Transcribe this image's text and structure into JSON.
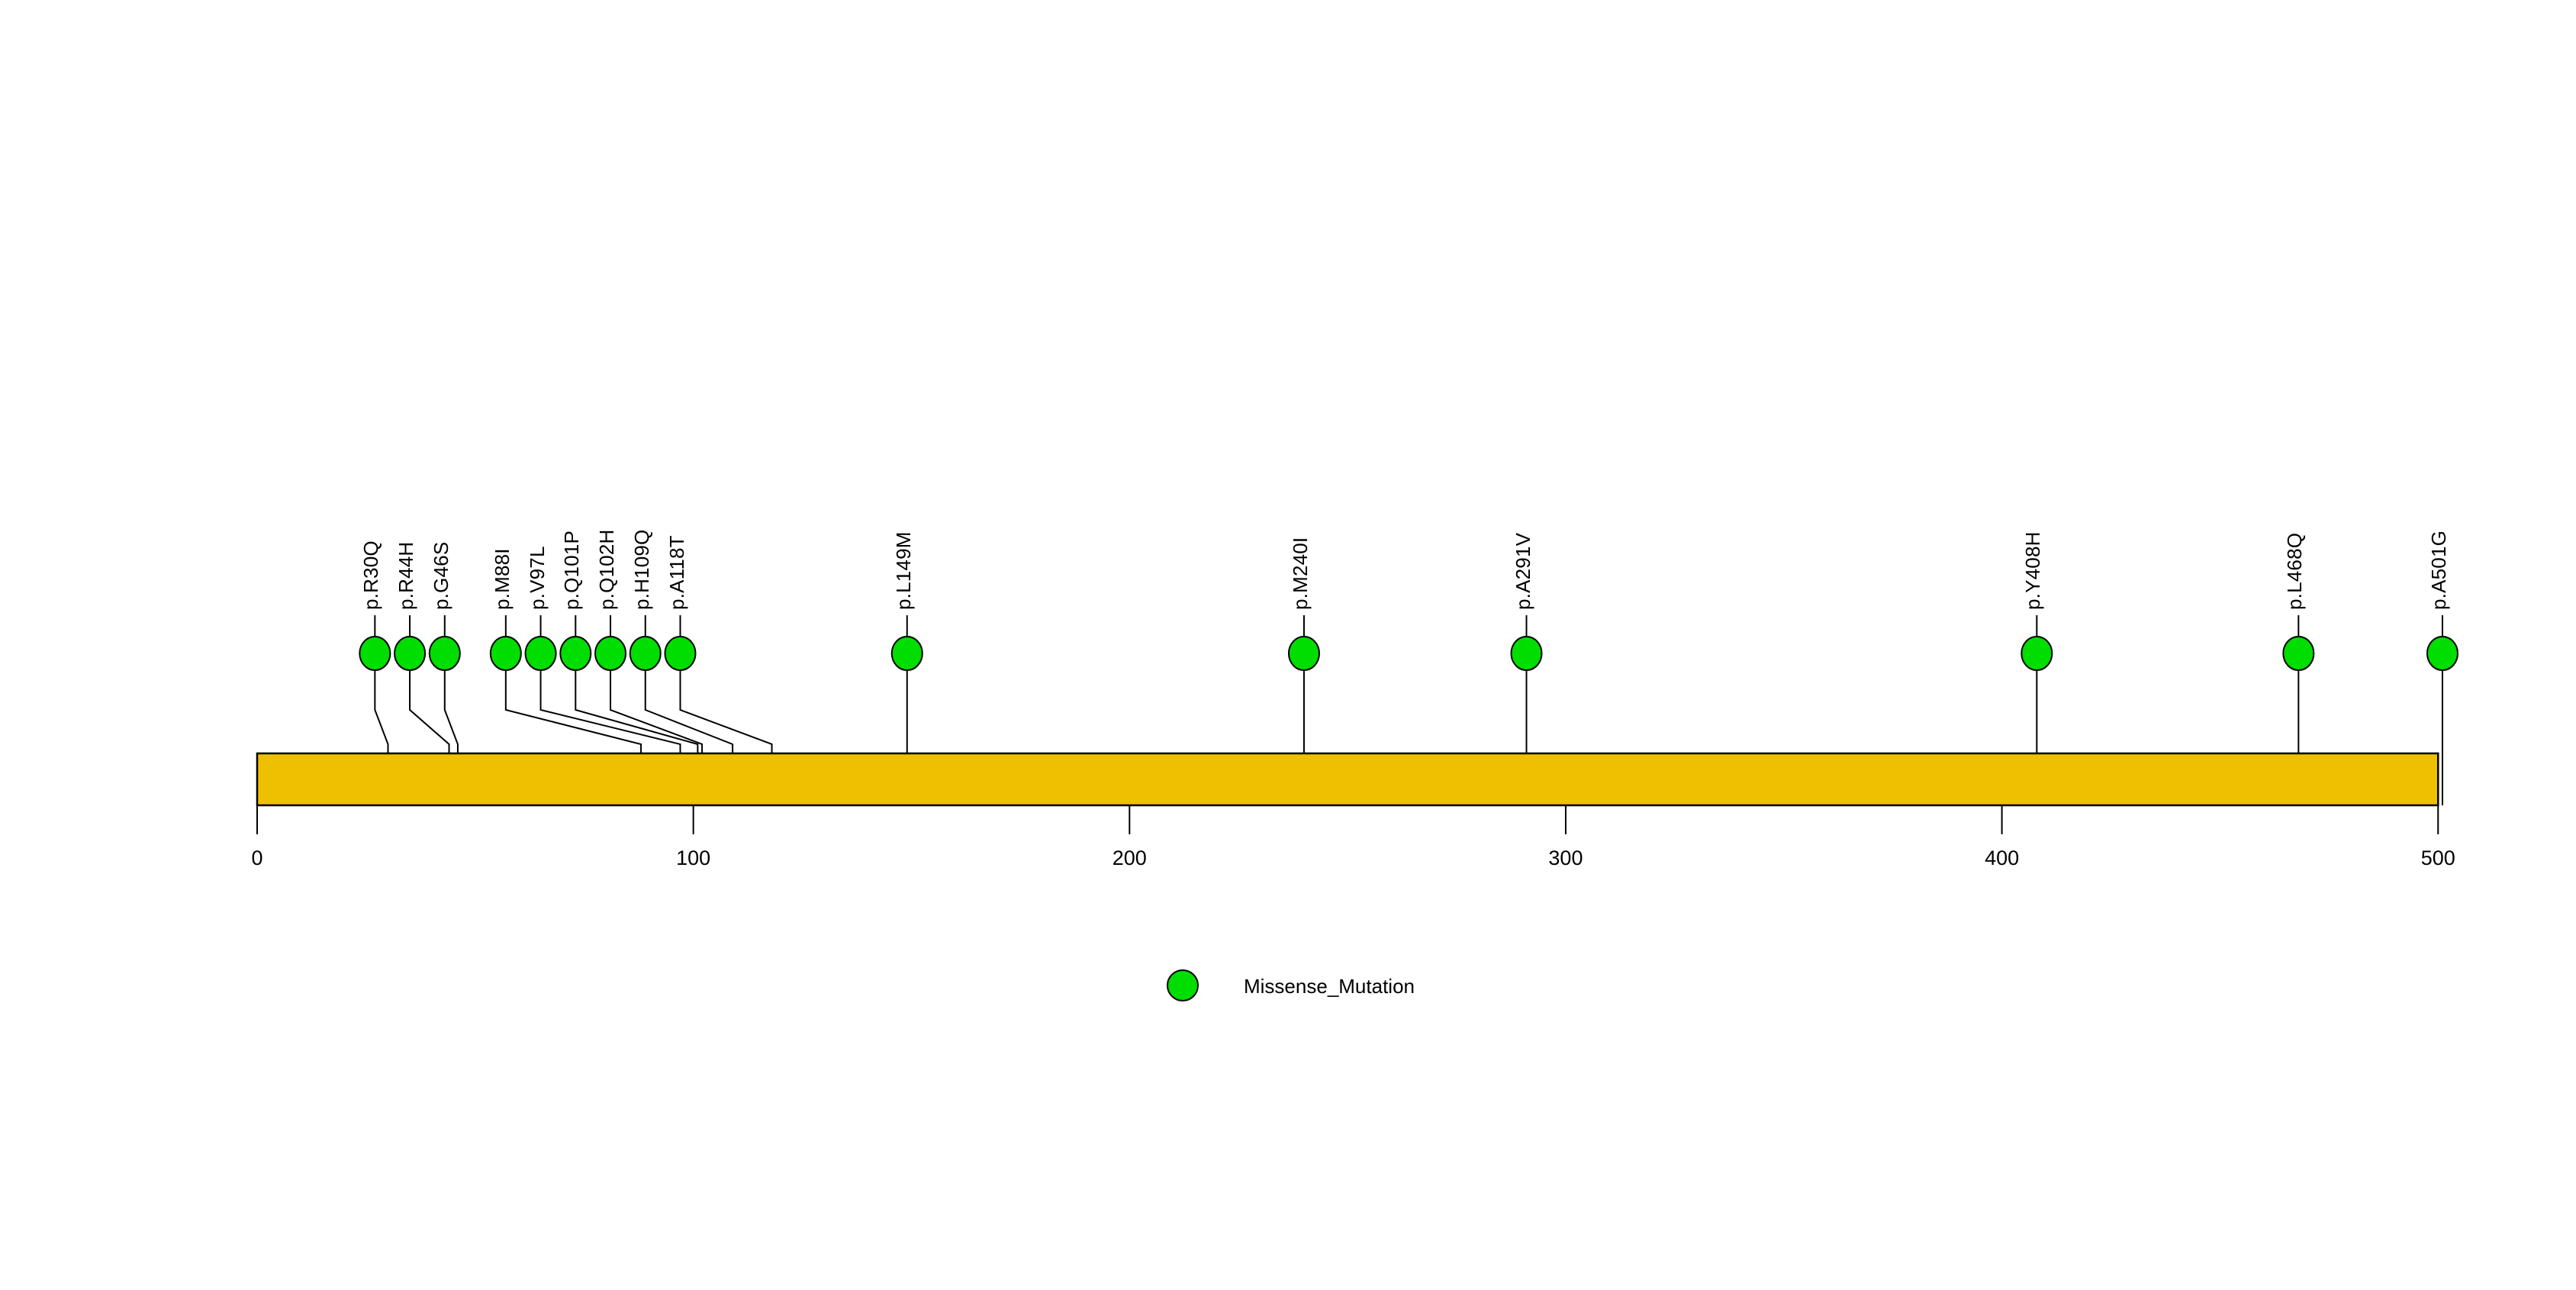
{
  "chart_data": {
    "type": "lollipop",
    "title": "",
    "xlabel": "",
    "ylabel": "",
    "xlim": [
      0,
      500
    ],
    "grid": false,
    "protein_length": 500,
    "protein_bar": {
      "start": 0,
      "end": 500,
      "color": "#EFC000",
      "border_color": "#000000"
    },
    "axis": {
      "ticks": [
        0,
        100,
        200,
        300,
        400,
        500
      ],
      "tick_labels": [
        "0",
        "100",
        "200",
        "300",
        "400",
        "500"
      ]
    },
    "categories": [
      "p.R30Q",
      "p.R44H",
      "p.G46S",
      "p.M88I",
      "p.V97L",
      "p.Q101P",
      "p.Q102H",
      "p.H109Q",
      "p.A118T",
      "p.L149M",
      "p.M240I",
      "p.A291V",
      "p.Y408H",
      "p.L468Q",
      "p.A501G"
    ],
    "values": [
      1,
      1,
      1,
      1,
      1,
      1,
      1,
      1,
      1,
      1,
      1,
      1,
      1,
      1,
      1
    ],
    "mutations": [
      {
        "label": "p.R30Q",
        "position": 30,
        "count": 1,
        "type": "Missense_Mutation",
        "color": "#00DD00",
        "label_x": 30,
        "head_x": 27
      },
      {
        "label": "p.R44H",
        "position": 44,
        "count": 1,
        "type": "Missense_Mutation",
        "color": "#00DD00",
        "label_x": 44,
        "head_x": 35
      },
      {
        "label": "p.G46S",
        "position": 46,
        "count": 1,
        "type": "Missense_Mutation",
        "color": "#00DD00",
        "label_x": 46,
        "head_x": 43
      },
      {
        "label": "p.M88I",
        "position": 88,
        "count": 1,
        "type": "Missense_Mutation",
        "color": "#00DD00",
        "label_x": 88,
        "head_x": 57
      },
      {
        "label": "p.V97L",
        "position": 97,
        "count": 1,
        "type": "Missense_Mutation",
        "color": "#00DD00",
        "label_x": 97,
        "head_x": 65
      },
      {
        "label": "p.Q101P",
        "position": 101,
        "count": 1,
        "type": "Missense_Mutation",
        "color": "#00DD00",
        "label_x": 101,
        "head_x": 73
      },
      {
        "label": "p.Q102H",
        "position": 102,
        "count": 1,
        "type": "Missense_Mutation",
        "color": "#00DD00",
        "label_x": 102,
        "head_x": 81
      },
      {
        "label": "p.H109Q",
        "position": 109,
        "count": 1,
        "type": "Missense_Mutation",
        "color": "#00DD00",
        "label_x": 109,
        "head_x": 89
      },
      {
        "label": "p.A118T",
        "position": 118,
        "count": 1,
        "type": "Missense_Mutation",
        "color": "#00DD00",
        "label_x": 118,
        "head_x": 97
      },
      {
        "label": "p.L149M",
        "position": 149,
        "count": 1,
        "type": "Missense_Mutation",
        "color": "#00DD00",
        "label_x": 149,
        "head_x": 149
      },
      {
        "label": "p.M240I",
        "position": 240,
        "count": 1,
        "type": "Missense_Mutation",
        "color": "#00DD00",
        "label_x": 240,
        "head_x": 240
      },
      {
        "label": "p.A291V",
        "position": 291,
        "count": 1,
        "type": "Missense_Mutation",
        "color": "#00DD00",
        "label_x": 291,
        "head_x": 291
      },
      {
        "label": "p.Y408H",
        "position": 408,
        "count": 1,
        "type": "Missense_Mutation",
        "color": "#00DD00",
        "label_x": 408,
        "head_x": 408
      },
      {
        "label": "p.L468Q",
        "position": 468,
        "count": 1,
        "type": "Missense_Mutation",
        "color": "#00DD00",
        "label_x": 468,
        "head_x": 468
      },
      {
        "label": "p.A501G",
        "position": 501,
        "count": 1,
        "type": "Missense_Mutation",
        "color": "#00DD00",
        "label_x": 501,
        "head_x": 501
      }
    ],
    "legend": {
      "position": "bottom-center",
      "entries": [
        {
          "label": "Missense_Mutation",
          "color": "#00DD00"
        }
      ]
    }
  }
}
